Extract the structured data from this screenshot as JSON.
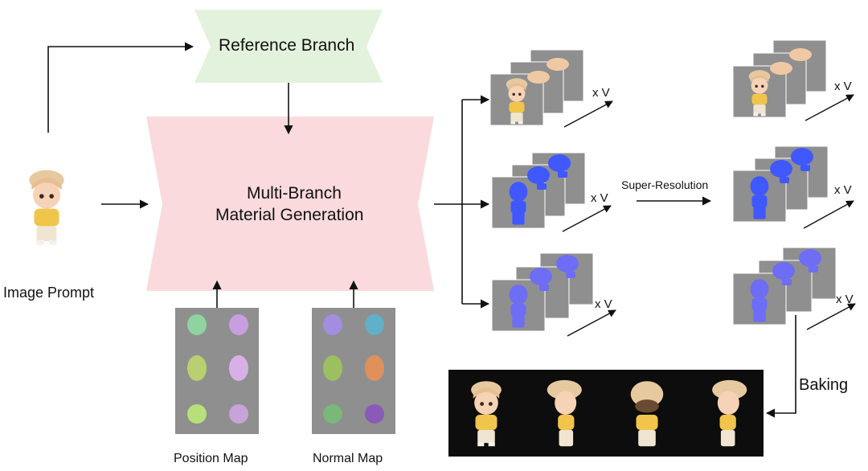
{
  "reference_branch": {
    "label": "Reference Branch",
    "fill": "#e3f2dc"
  },
  "material_generation": {
    "line1": "Multi-Branch",
    "line2": "Material Generation",
    "fill": "#fadadd"
  },
  "image_prompt": {
    "label": "Image Prompt"
  },
  "position_map": {
    "label": "Position Map"
  },
  "normal_map": {
    "label": "Normal Map"
  },
  "super_resolution": {
    "label": "Super-Resolution"
  },
  "baking": {
    "label": "Baking"
  },
  "view_count": "x V",
  "colors": {
    "tile": "#8f8f8f",
    "albedo": "#efc9a4",
    "metal": "#3f58ff",
    "rough": "#6d6df5",
    "arrow": "#111111"
  }
}
